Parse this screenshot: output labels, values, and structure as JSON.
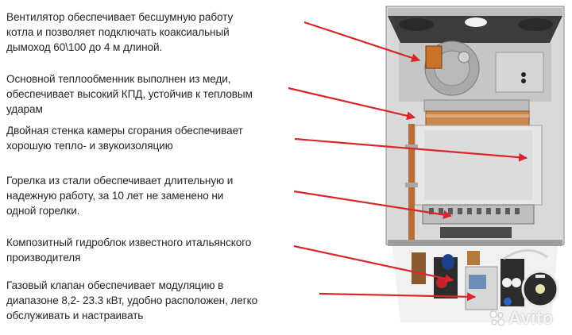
{
  "captions": [
    {
      "id": "fan",
      "text": "Вентилятор  обеспечивает бесшумную работу\nкотла и позволяет подключать коаксиальный\nдымоход 60\\100 до 4 м длиной."
    },
    {
      "id": "heat-exchanger",
      "text": "Основной теплообменник  выполнен из меди,\nобеспечивает высокий КПД, устойчив к  тепловым\nударам"
    },
    {
      "id": "chamber-wall",
      "text": "Двойная стенка камеры сгорания обеспечивает\nхорошую тепло- и звукоизоляцию"
    },
    {
      "id": "burner",
      "text": "Горелка из стали обеспечивает длительную и\nнадежную работу, за 10 лет не заменено ни\nодной горелки."
    },
    {
      "id": "hydroblock",
      "text": "Композитный гидроблок известного итальянского\nпроизводителя"
    },
    {
      "id": "gas-valve",
      "text": "Газовый клапан обеспечивает  модуляцию в\nдиапазоне  8,2- 23.3 кВт,  удобно расположен, легко\nобслуживать и  настраивать"
    }
  ],
  "colors": {
    "arrow": "#d8262b",
    "text": "#262626",
    "background": "#ffffff",
    "copper": "#c57a3c",
    "steel": "#c9c9c9",
    "dark": "#3a3a3a"
  },
  "watermark": "Avito"
}
